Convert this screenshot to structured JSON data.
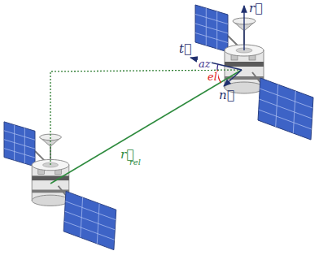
{
  "diagram": {
    "labels": [
      "r⃗",
      "t⃗",
      "az",
      "el",
      "n⃗",
      "r⃗",
      "rel"
    ]
  }
}
